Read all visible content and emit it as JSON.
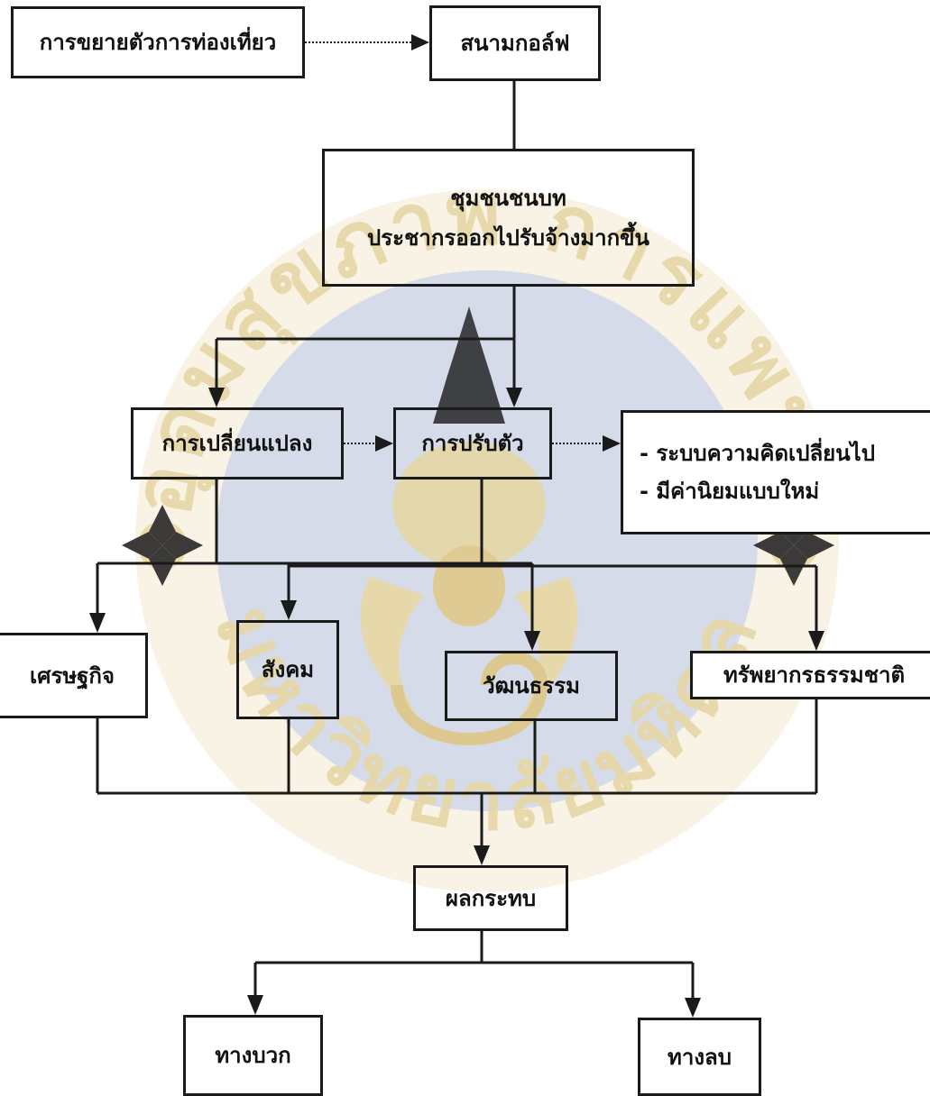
{
  "nodes": {
    "tourism_expansion": "การขยายตัวการท่องเที่ยว",
    "golf_course": "สนามกอล์ฟ",
    "rural_community": {
      "line1": "ชุมชนชนบท",
      "line2": "ประชากรออกไปรับจ้างมากขึ้น"
    },
    "change": "การเปลี่ยนแปลง",
    "adaptation": "การปรับตัว",
    "mindset": {
      "line1": "- ระบบความคิดเปลี่ยนไป",
      "line2": "- มีค่านิยมแบบใหม่"
    },
    "economy": "เศรษฐกิจ",
    "society": "สังคม",
    "culture": "วัฒนธรรม",
    "natural_resources": "ทรัพยากรธรรมชาติ",
    "impact": "ผลกระทบ",
    "positive": "ทางบวก",
    "negative": "ทางลบ"
  },
  "colors": {
    "line": "#1a1a1a",
    "watermark_circle": "#cfd6ea",
    "watermark_ring": "#efe2bd"
  },
  "watermark": {
    "type": "university-seal",
    "top_text": "อุดมสุขภาพ การแพทย์",
    "bottom_text": "มหาวิทยาลัยมหิดล"
  }
}
